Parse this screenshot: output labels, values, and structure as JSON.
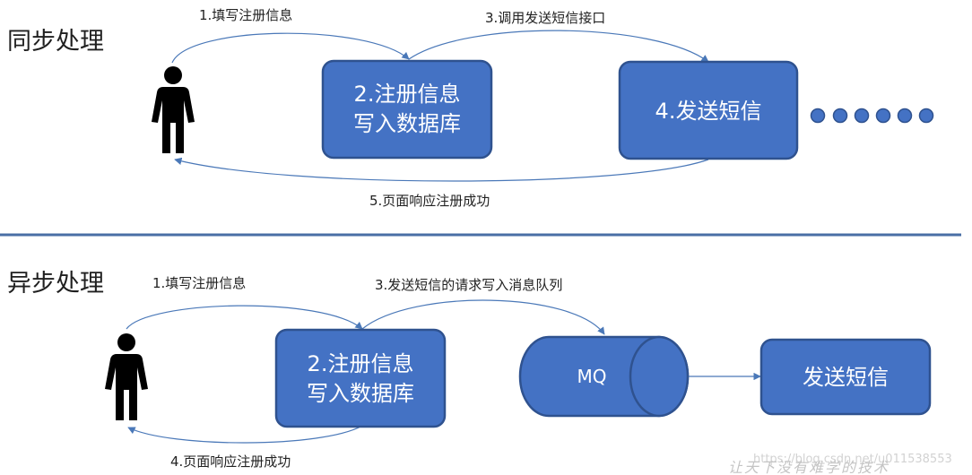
{
  "sync": {
    "title": "同步处理",
    "step1": "1.填写注册信息",
    "step3": "3.调用发送短信接口",
    "step5": "5.页面响应注册成功",
    "box_register": [
      "2.注册信息",
      "写入数据库"
    ],
    "box_sms": "4.发送短信",
    "ellipsis_dots": 6
  },
  "async": {
    "title": "异步处理",
    "step1": "1.填写注册信息",
    "step3": "3.发送短信的请求写入消息队列",
    "step4": "4.页面响应注册成功",
    "box_register": [
      "2.注册信息",
      "写入数据库"
    ],
    "queue": "MQ",
    "box_sms": "发送短信"
  },
  "watermark": {
    "url": "https://blog.csdn.net/u011538553",
    "stamp": "让天下没有难学的技术"
  },
  "colors": {
    "box_fill": "#4472c4",
    "box_border": "#2f528f",
    "arrow": "#4a78b8",
    "divider": "#4a6fa5"
  }
}
